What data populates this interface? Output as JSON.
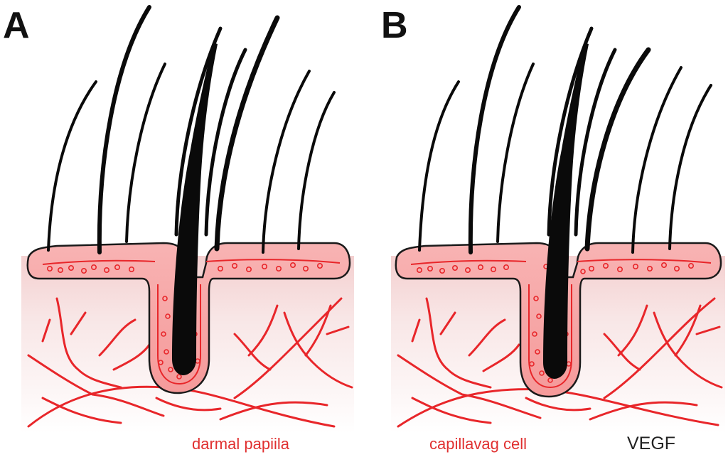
{
  "panels": [
    {
      "letter": "A",
      "caption": "darmal papiila"
    },
    {
      "letter": "B",
      "caption": "capillavag cell",
      "extra_label": "VEGF"
    }
  ],
  "colors": {
    "tissue_red": "#e8262a",
    "tissue_fill": "#f9c2c2",
    "hair": "#0a0a0a",
    "caption_red": "#e03030",
    "caption_dark": "#222222"
  }
}
